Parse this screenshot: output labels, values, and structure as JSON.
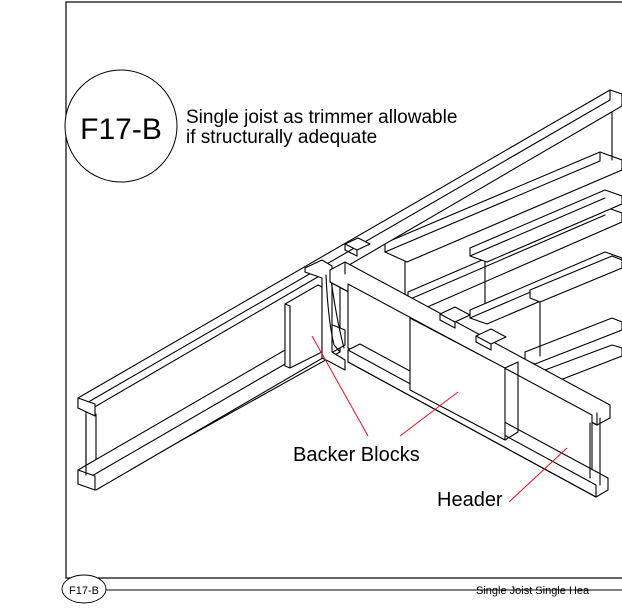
{
  "figure_id": "F17-B",
  "title_line1": "Single joist as trimmer allowable",
  "title_line2": "if structurally adequate",
  "callouts": {
    "backer_blocks": "Backer Blocks",
    "header": "Header"
  },
  "footer": {
    "badge": "F17-B",
    "caption": "Single Joist Single Hea"
  },
  "colors": {
    "line": "#000000",
    "leader": "#e0141e",
    "background": "#ffffff"
  }
}
